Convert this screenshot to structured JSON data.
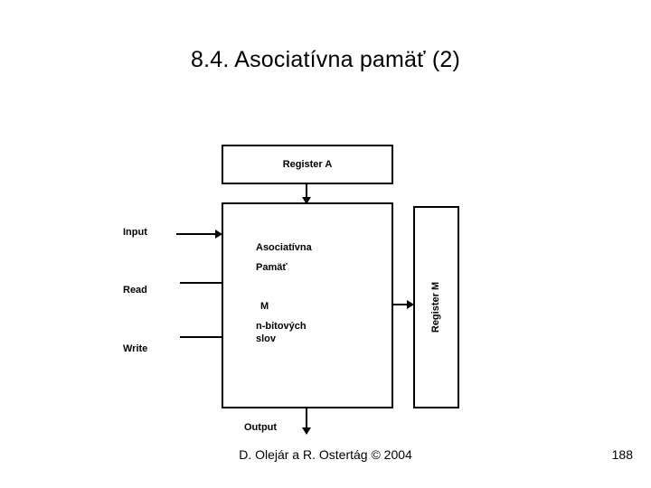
{
  "slide": {
    "title": "8.4. Asociatívna pamäť (2)",
    "footer": {
      "credit": "D. Olejár a R. Ostertág © 2004",
      "page_number": "188"
    }
  },
  "diagram": {
    "register_a": {
      "label": "Register A"
    },
    "memory": {
      "lines": [
        "Asociatívna",
        "Pamäť",
        "M",
        "n-bitových",
        "slov"
      ]
    },
    "register_m": {
      "label": "Register M",
      "orientation": "vertical-bottom-to-top"
    },
    "ports": {
      "input": "Input",
      "read": "Read",
      "write": "Write",
      "output": "Output"
    },
    "connectors": [
      {
        "name": "input-to-memory",
        "type": "arrow-right"
      },
      {
        "name": "read-to-memory",
        "type": "line"
      },
      {
        "name": "write-to-memory",
        "type": "line"
      },
      {
        "name": "register-a-to-memory",
        "type": "arrow-down"
      },
      {
        "name": "memory-to-register-m",
        "type": "arrow-right"
      },
      {
        "name": "memory-to-output",
        "type": "arrow-down"
      }
    ]
  },
  "colors": {
    "background": "#ffffff",
    "stroke": "#000000",
    "text": "#000000"
  }
}
